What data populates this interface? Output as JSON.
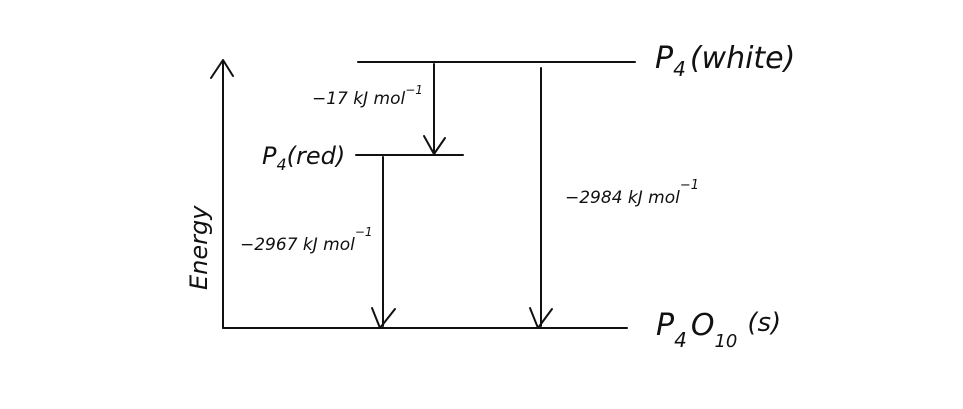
{
  "diagram": {
    "levels": {
      "white": {
        "label": "P",
        "sub": "4",
        "state": "(white)"
      },
      "red": {
        "label": "P",
        "sub": "4",
        "state": "(red)"
      },
      "oxide": {
        "p": "P",
        "p_sub": "4",
        "o": "O",
        "o_sub": "10",
        "state": "(s)"
      }
    },
    "axis": {
      "label": "Energy"
    },
    "transitions": {
      "white_to_red": {
        "value": "−17 kJ mol",
        "exp": "−1"
      },
      "red_to_oxide": {
        "value": "−2967 kJ mol",
        "exp": "−1"
      },
      "white_to_oxide": {
        "value": "−2984 kJ mol",
        "exp": "−1"
      }
    }
  }
}
